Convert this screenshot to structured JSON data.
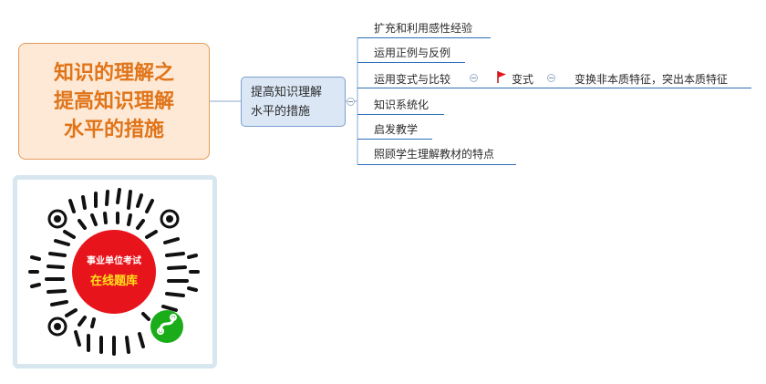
{
  "root": {
    "line1": "知识的理解之",
    "line2": "提高知识理解",
    "line3": "水平的措施"
  },
  "branch": {
    "line1": "提高知识理解",
    "line2": "水平的措施"
  },
  "leaves": [
    "扩充和利用感性经验",
    "运用正例与反例",
    "运用变式与比较",
    "知识系统化",
    "启发教学",
    "照顾学生理解教材的特点"
  ],
  "variant": {
    "label": "变式",
    "detail": "变换非本质特征，突出本质特征",
    "flag_icon": "red-flag-icon"
  },
  "qr": {
    "line1": "事业单位考试",
    "line2": "在线题库",
    "badge_icon": "mini-program-icon"
  },
  "colors": {
    "root_text": "#e07419",
    "root_fill": "#fde9d6",
    "branch_fill": "#dbe7f5",
    "line": "#2d6fb8",
    "qr_badge": "#e8141b",
    "qr_text_highlight": "#ffe11a",
    "mini_program": "#1aad19"
  }
}
